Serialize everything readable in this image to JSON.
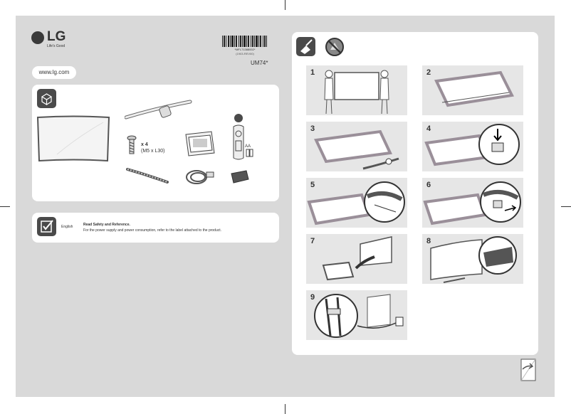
{
  "brand": {
    "logo": "LG",
    "tagline": "Life's Good"
  },
  "website": "www.lg.com",
  "model": "UM74*",
  "barcode": {
    "code": "*MFL71388002*",
    "rev": "(1903-REV00)"
  },
  "box_icon": "box-icon",
  "accessories": {
    "screw_qty": "x 4",
    "screw_size": "(M5 x L30)",
    "battery_label": "AA"
  },
  "safety": {
    "language": "English",
    "read_title": "Read Safety and Reference.",
    "power_note": "For the power supply and power consumption, refer to the label attached to the product."
  },
  "steps": [
    {
      "num": "1"
    },
    {
      "num": "2"
    },
    {
      "num": "3"
    },
    {
      "num": "4"
    },
    {
      "num": "5"
    },
    {
      "num": "6"
    },
    {
      "num": "7"
    },
    {
      "num": "8"
    },
    {
      "num": "9"
    }
  ],
  "colors": {
    "background": "#d9d9d9",
    "panel": "#ffffff",
    "step": "#e6e6e6",
    "icon_dark": "#4a4a4a",
    "tv_frame": "#9a8f99"
  }
}
